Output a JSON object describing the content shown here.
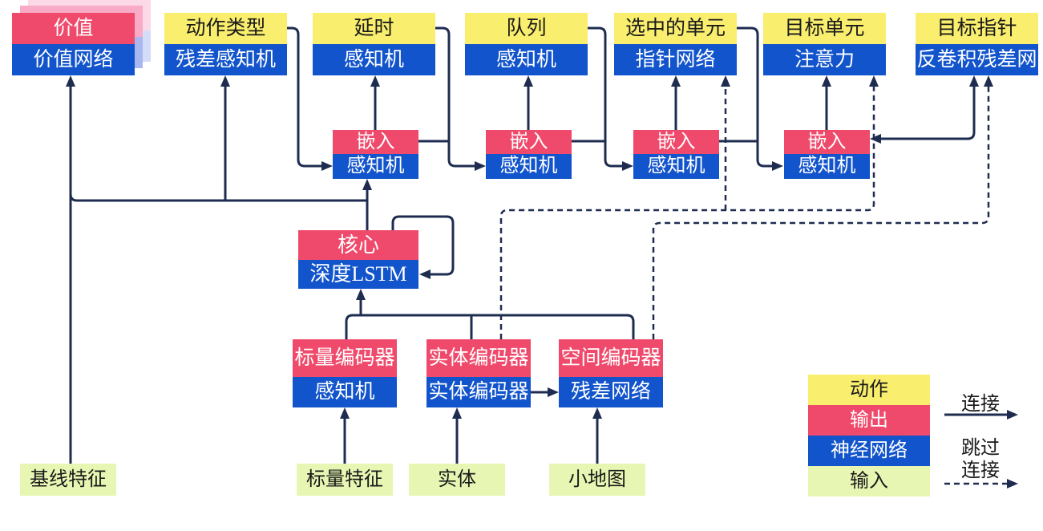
{
  "diagram": {
    "heads": [
      {
        "action": "价值",
        "network": "价值网络",
        "action_row_type": "output"
      },
      {
        "action": "动作类型",
        "network": "残差感知机",
        "action_row_type": "action"
      },
      {
        "action": "延时",
        "network": "感知机",
        "action_row_type": "action"
      },
      {
        "action": "队列",
        "network": "感知机",
        "action_row_type": "action"
      },
      {
        "action": "选中的单元",
        "network": "指针网络",
        "action_row_type": "action"
      },
      {
        "action": "目标单元",
        "network": "注意力",
        "action_row_type": "action"
      },
      {
        "action": "目标指针",
        "network": "反卷积残差网",
        "action_row_type": "action"
      }
    ],
    "embeddings": [
      {
        "output": "嵌入",
        "network": "感知机"
      },
      {
        "output": "嵌入",
        "network": "感知机"
      },
      {
        "output": "嵌入",
        "network": "感知机"
      },
      {
        "output": "嵌入",
        "network": "感知机"
      }
    ],
    "core": {
      "output": "核心",
      "network": "深度LSTM"
    },
    "encoders": [
      {
        "output": "标量编码器",
        "network": "感知机"
      },
      {
        "output": "实体编码器",
        "network": "实体编码器"
      },
      {
        "output": "空间编码器",
        "network": "残差网络"
      }
    ],
    "inputs": [
      "基线特征",
      "标量特征",
      "实体",
      "小地图"
    ],
    "legend": {
      "rows": [
        {
          "label": "动作",
          "type": "action"
        },
        {
          "label": "输出",
          "type": "output"
        },
        {
          "label": "神经网络",
          "type": "network"
        },
        {
          "label": "输入",
          "type": "input"
        }
      ],
      "connection_label": "连接",
      "skip_line1": "跳过",
      "skip_line2": "连接"
    },
    "colors": {
      "action_yellow": "#f9ee6d",
      "output_red": "#ef4a6b",
      "network_blue": "#1254cb",
      "input_green": "#e7f7b3",
      "line_navy": "#1e2c50",
      "value_shadow_pink": "#f8aac6",
      "value_shadow_pink_light": "#fbd9e7",
      "value_shadow_blue": "#a9b7ef",
      "value_shadow_blue_light": "#d4ddf8",
      "background": "#ffffff"
    }
  }
}
